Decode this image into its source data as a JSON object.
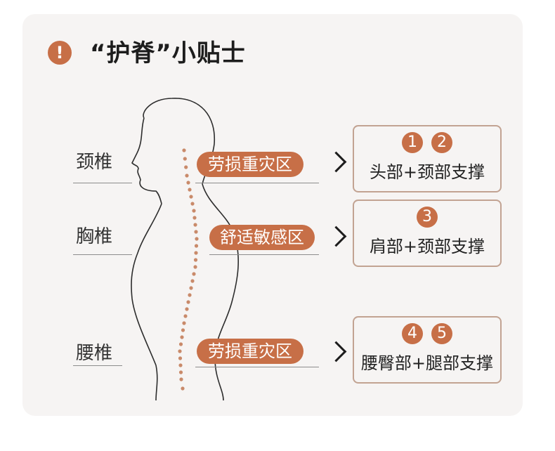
{
  "header": {
    "icon": "exclamation-icon",
    "icon_glyph": "!",
    "title": "“护脊”小贴士"
  },
  "regions": [
    {
      "label": "颈椎",
      "zone": "劳损重灾区",
      "numbers": [
        "1",
        "2"
      ],
      "support": "头部+颈部支撑"
    },
    {
      "label": "胸椎",
      "zone": "舒适敏感区",
      "numbers": [
        "3"
      ],
      "support": "肩部+颈部支撑"
    },
    {
      "label": "腰椎",
      "zone": "劳损重灾区",
      "numbers": [
        "4",
        "5"
      ],
      "support": "腰臀部+腿部支撑"
    }
  ],
  "colors": {
    "accent": "#c76f47",
    "background": "#f6f4f3",
    "box_border": "#c2a392",
    "spine_dots": "#c98a6a"
  }
}
